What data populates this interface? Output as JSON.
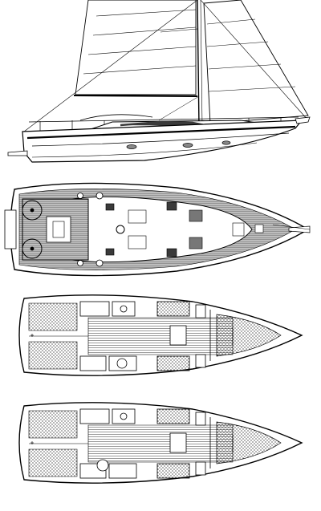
{
  "views": [
    {
      "id": "profile",
      "kind": "sail-plan-profile"
    },
    {
      "id": "deck",
      "kind": "deck-plan"
    },
    {
      "id": "layout-a",
      "kind": "accommodation-plan"
    },
    {
      "id": "layout-b",
      "kind": "accommodation-plan"
    }
  ],
  "colors": {
    "line": "#000000",
    "fill_dark": "#3a3a3a",
    "fill_mid": "#8a8a8a",
    "fill_light": "#d8d8d8",
    "paper": "#ffffff"
  }
}
